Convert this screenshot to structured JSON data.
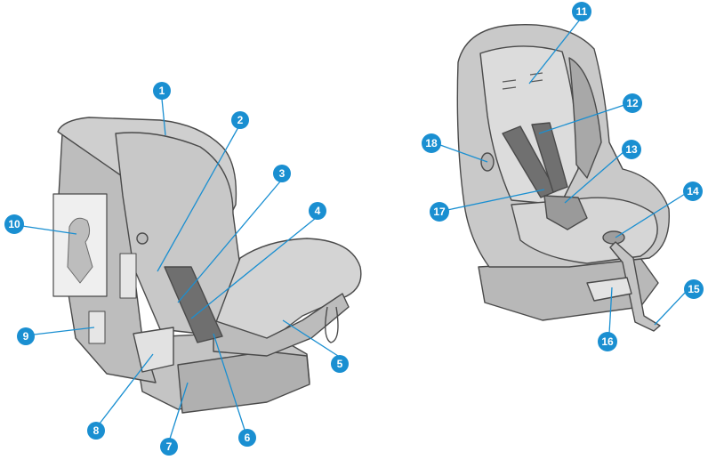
{
  "colors": {
    "callout": "#1a8fd1",
    "leader": "#1a8fd1",
    "seat_light": "#d2d2d2",
    "seat_mid": "#b9b9b9",
    "seat_dark": "#8c8c8c",
    "outline": "#4a4a4a"
  },
  "left_seat": {
    "callouts": [
      {
        "id": "c1",
        "label": "1"
      },
      {
        "id": "c2",
        "label": "2"
      },
      {
        "id": "c3",
        "label": "3"
      },
      {
        "id": "c4",
        "label": "4"
      },
      {
        "id": "c5",
        "label": "5"
      },
      {
        "id": "c6",
        "label": "6"
      },
      {
        "id": "c7",
        "label": "7"
      },
      {
        "id": "c8",
        "label": "8"
      },
      {
        "id": "c9",
        "label": "9"
      },
      {
        "id": "c10",
        "label": "10"
      }
    ]
  },
  "right_seat": {
    "callouts": [
      {
        "id": "c11",
        "label": "11"
      },
      {
        "id": "c12",
        "label": "12"
      },
      {
        "id": "c13",
        "label": "13"
      },
      {
        "id": "c14",
        "label": "14"
      },
      {
        "id": "c15",
        "label": "15"
      },
      {
        "id": "c16",
        "label": "16"
      },
      {
        "id": "c17",
        "label": "17"
      },
      {
        "id": "c18",
        "label": "18"
      }
    ]
  }
}
